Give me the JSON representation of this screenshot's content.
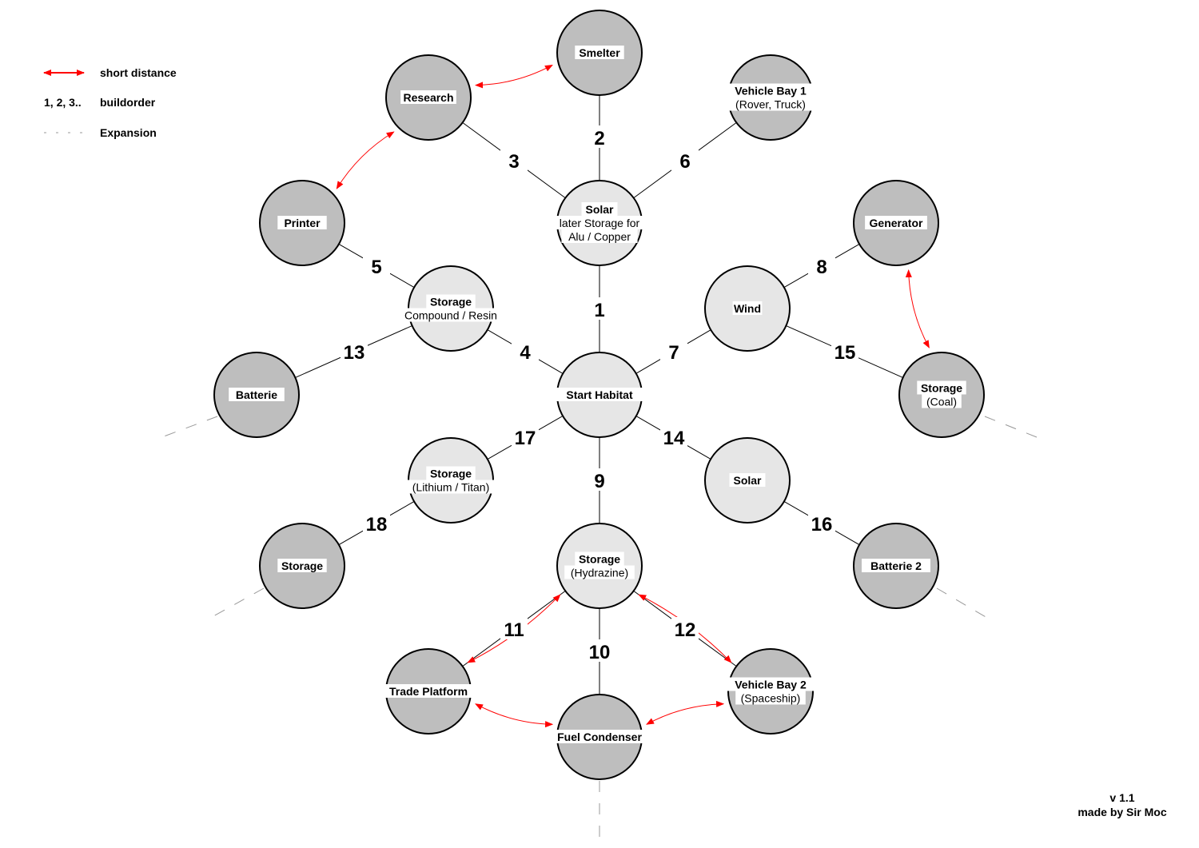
{
  "legend": {
    "short_distance": "short distance",
    "buildorder_symbol": "1, 2, 3..",
    "buildorder": "buildorder",
    "expansion": "Expansion"
  },
  "footer": {
    "version": "v 1.1",
    "author": "made by Sir Moc"
  },
  "colors": {
    "dark_node": "#bebebe",
    "light_node": "#e6e6e6",
    "arrow": "#ff0000",
    "line": "#000000",
    "dash": "#999999"
  },
  "nodes": [
    {
      "id": "start-habitat",
      "title": "Start Habitat",
      "subtitle": [],
      "shade": "light"
    },
    {
      "id": "solar-top",
      "title": "Solar",
      "subtitle": [
        "later Storage for",
        "Alu / Copper"
      ],
      "shade": "light"
    },
    {
      "id": "smelter",
      "title": "Smelter",
      "subtitle": [],
      "shade": "dark"
    },
    {
      "id": "research",
      "title": "Research",
      "subtitle": [],
      "shade": "dark"
    },
    {
      "id": "vehicle-bay-1",
      "title": "Vehicle Bay 1",
      "subtitle": [
        "(Rover, Truck)"
      ],
      "shade": "dark"
    },
    {
      "id": "printer",
      "title": "Printer",
      "subtitle": [],
      "shade": "dark"
    },
    {
      "id": "storage-compound",
      "title": "Storage",
      "subtitle": [
        "Compound / Resin"
      ],
      "shade": "light"
    },
    {
      "id": "batterie",
      "title": "Batterie",
      "subtitle": [],
      "shade": "dark"
    },
    {
      "id": "wind",
      "title": "Wind",
      "subtitle": [],
      "shade": "light"
    },
    {
      "id": "generator",
      "title": "Generator",
      "subtitle": [],
      "shade": "dark"
    },
    {
      "id": "storage-coal",
      "title": "Storage",
      "subtitle": [
        "(Coal)"
      ],
      "shade": "dark"
    },
    {
      "id": "storage-lithium",
      "title": "Storage",
      "subtitle": [
        "(Lithium / Titan)"
      ],
      "shade": "light"
    },
    {
      "id": "storage-plain",
      "title": "Storage",
      "subtitle": [],
      "shade": "dark"
    },
    {
      "id": "solar-right",
      "title": "Solar",
      "subtitle": [],
      "shade": "light"
    },
    {
      "id": "batterie-2",
      "title": "Batterie 2",
      "subtitle": [],
      "shade": "dark"
    },
    {
      "id": "storage-hydrazine",
      "title": "Storage",
      "subtitle": [
        "(Hydrazine)"
      ],
      "shade": "light"
    },
    {
      "id": "trade-platform",
      "title": "Trade Platform",
      "subtitle": [],
      "shade": "dark"
    },
    {
      "id": "vehicle-bay-2",
      "title": "Vehicle Bay 2",
      "subtitle": [
        "(Spaceship)"
      ],
      "shade": "dark"
    },
    {
      "id": "fuel-condenser",
      "title": "Fuel Condenser",
      "subtitle": [],
      "shade": "dark"
    }
  ],
  "edges": [
    {
      "from": "start-habitat",
      "to": "solar-top",
      "order": "1"
    },
    {
      "from": "solar-top",
      "to": "smelter",
      "order": "2"
    },
    {
      "from": "solar-top",
      "to": "research",
      "order": "3"
    },
    {
      "from": "start-habitat",
      "to": "storage-compound",
      "order": "4"
    },
    {
      "from": "storage-compound",
      "to": "printer",
      "order": "5"
    },
    {
      "from": "solar-top",
      "to": "vehicle-bay-1",
      "order": "6"
    },
    {
      "from": "start-habitat",
      "to": "wind",
      "order": "7"
    },
    {
      "from": "wind",
      "to": "generator",
      "order": "8"
    },
    {
      "from": "start-habitat",
      "to": "storage-hydrazine",
      "order": "9"
    },
    {
      "from": "storage-hydrazine",
      "to": "fuel-condenser",
      "order": "10"
    },
    {
      "from": "storage-hydrazine",
      "to": "trade-platform",
      "order": "11"
    },
    {
      "from": "storage-hydrazine",
      "to": "vehicle-bay-2",
      "order": "12"
    },
    {
      "from": "storage-compound",
      "to": "batterie",
      "order": "13"
    },
    {
      "from": "start-habitat",
      "to": "solar-right",
      "order": "14"
    },
    {
      "from": "wind",
      "to": "storage-coal",
      "order": "15"
    },
    {
      "from": "solar-right",
      "to": "batterie-2",
      "order": "16"
    },
    {
      "from": "start-habitat",
      "to": "storage-lithium",
      "order": "17"
    },
    {
      "from": "storage-lithium",
      "to": "storage-plain",
      "order": "18"
    }
  ],
  "short_distance_pairs": [
    [
      "research",
      "smelter"
    ],
    [
      "research",
      "printer"
    ],
    [
      "generator",
      "storage-coal"
    ],
    [
      "trade-platform",
      "storage-hydrazine"
    ],
    [
      "vehicle-bay-2",
      "storage-hydrazine"
    ],
    [
      "trade-platform",
      "fuel-condenser"
    ],
    [
      "vehicle-bay-2",
      "fuel-condenser"
    ]
  ],
  "expansions": [
    "batterie",
    "storage-coal",
    "storage-plain",
    "batterie-2",
    "fuel-condenser"
  ]
}
